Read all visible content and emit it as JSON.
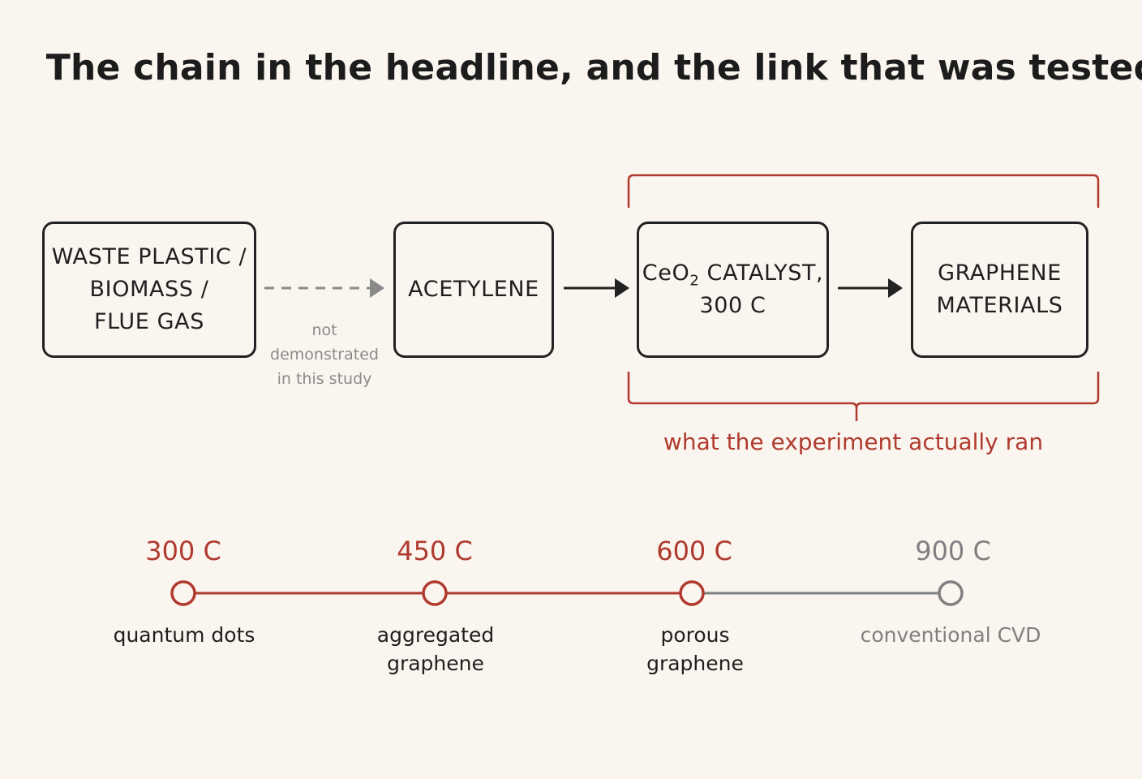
{
  "title": "The chain in the headline, and the link that was tested",
  "chain": {
    "source": "WASTE PLASTIC /\nBIOMASS /\nFLUE GAS",
    "intermediate": "ACETYLENE",
    "catalyst_prefix": "CeO",
    "catalyst_sub": "2",
    "catalyst_suffix": " CATALYST,",
    "catalyst_temp": "300 C",
    "product": "GRAPHENE\nMATERIALS",
    "untested_link_note": "not demonstrated\nin this study"
  },
  "bracket": {
    "label": "what the experiment actually ran"
  },
  "timeline": [
    {
      "temp": "300 C",
      "stage": "quantum dots",
      "tested": true
    },
    {
      "temp": "450 C",
      "stage": "aggregated\ngraphene",
      "tested": true
    },
    {
      "temp": "600 C",
      "stage": "porous\ngraphene",
      "tested": true
    },
    {
      "temp": "900 C",
      "stage": "conventional CVD",
      "tested": false
    }
  ],
  "colors": {
    "accent": "#b03a2e",
    "muted": "#808080",
    "ink": "#222222",
    "background": "#faf6ef"
  }
}
